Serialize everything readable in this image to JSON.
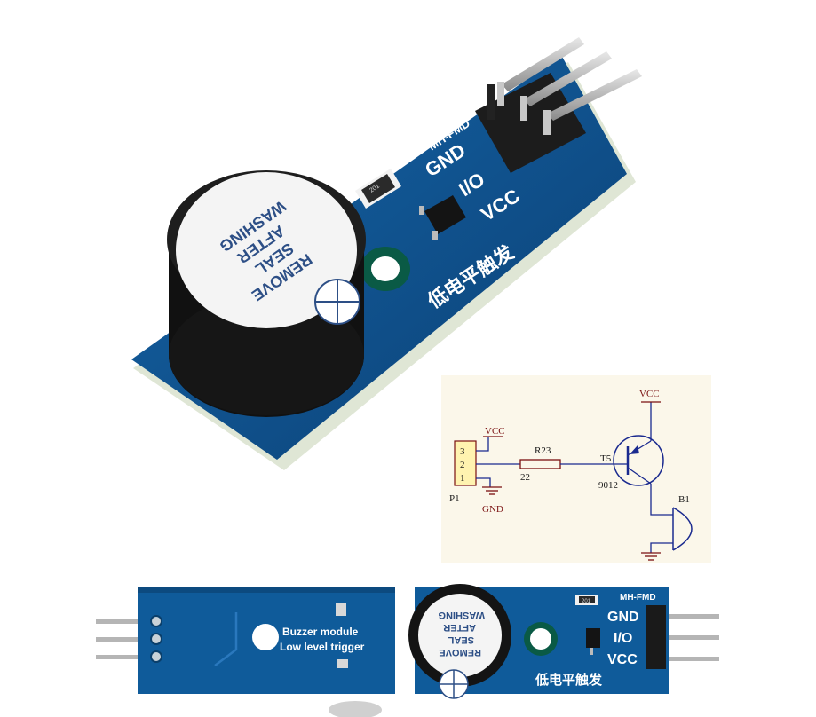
{
  "main_photo": {
    "silkscreen_model": "MH-FMD",
    "pin_labels": [
      "GND",
      "I/O",
      "VCC"
    ],
    "chinese_label": "低电平触发",
    "sticker_lines": [
      "REMOVE",
      "SEAL",
      "AFTER",
      "WASHING"
    ],
    "resistor_code": "201"
  },
  "schematic": {
    "connector_name": "P1",
    "connector_pins": [
      "3",
      "2",
      "1"
    ],
    "vcc_connector": "VCC",
    "gnd_connector": "GND",
    "resistor_name": "R23",
    "resistor_value": "22",
    "transistor_name": "T5",
    "transistor_part": "9012",
    "vcc_top": "VCC",
    "buzzer_name": "B1"
  },
  "back_photo": {
    "line1": "Buzzer module",
    "line2": "Low level trigger"
  },
  "front_small": {
    "silkscreen_model": "MH-FMD",
    "pin_labels": [
      "GND",
      "I/O",
      "VCC"
    ],
    "chinese_label": "低电平触发",
    "sticker_lines": [
      "REMOVE",
      "SEAL",
      "AFTER",
      "WASHING"
    ],
    "resistor_code": "201"
  },
  "colors": {
    "pcb_blue": "#0f4f8c",
    "schematic_bg": "#fbf7ea",
    "schematic_wire": "#1a2a8f",
    "schematic_label": "#7a1010"
  }
}
